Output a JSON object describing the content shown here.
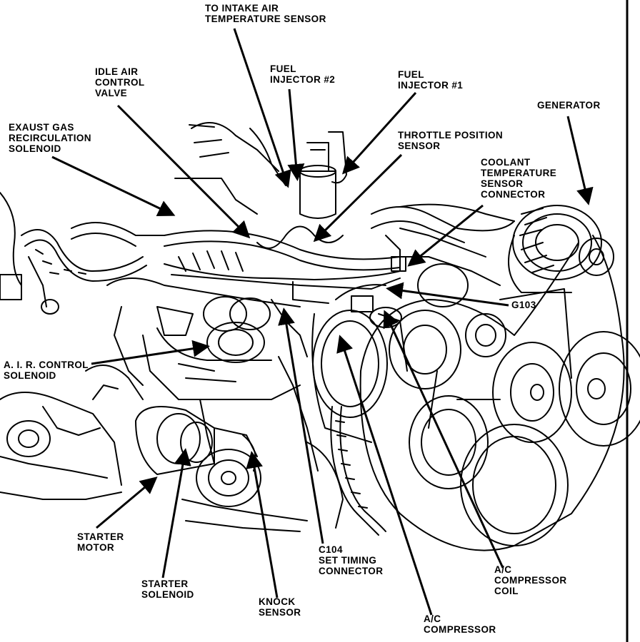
{
  "labels": {
    "intake_air_sensor": [
      "TO INTAKE AIR",
      "TEMPERATURE SENSOR"
    ],
    "idle_air": [
      "IDLE AIR",
      "CONTROL",
      "VALVE"
    ],
    "fuel_injector_2": [
      "FUEL",
      "INJECTOR #2"
    ],
    "fuel_injector_1": [
      "FUEL",
      "INJECTOR #1"
    ],
    "generator": [
      "GENERATOR"
    ],
    "egr_solenoid": [
      "EXAUST GAS",
      "RECIRCULATION",
      "SOLENOID"
    ],
    "throttle_position": [
      "THROTTLE POSITION",
      "SENSOR"
    ],
    "coolant_temp": [
      "COOLANT",
      "TEMPERATURE",
      "SENSOR",
      "CONNECTOR"
    ],
    "g103": [
      "G103"
    ],
    "air_control": [
      "A. I. R. CONTROL",
      "SOLENOID"
    ],
    "starter_motor": [
      "STARTER",
      "MOTOR"
    ],
    "c104": [
      "C104",
      "SET TIMING",
      "CONNECTOR"
    ],
    "ac_coil": [
      "A/C",
      "COMPRESSOR",
      "COIL"
    ],
    "starter_solenoid": [
      "STARTER",
      "SOLENOID"
    ],
    "knock_sensor": [
      "KNOCK",
      "SENSOR"
    ],
    "ac_compressor": [
      "A/C",
      "COMPRESSOR"
    ]
  },
  "colors": {
    "ink": "#000000",
    "background": "#ffffff"
  }
}
